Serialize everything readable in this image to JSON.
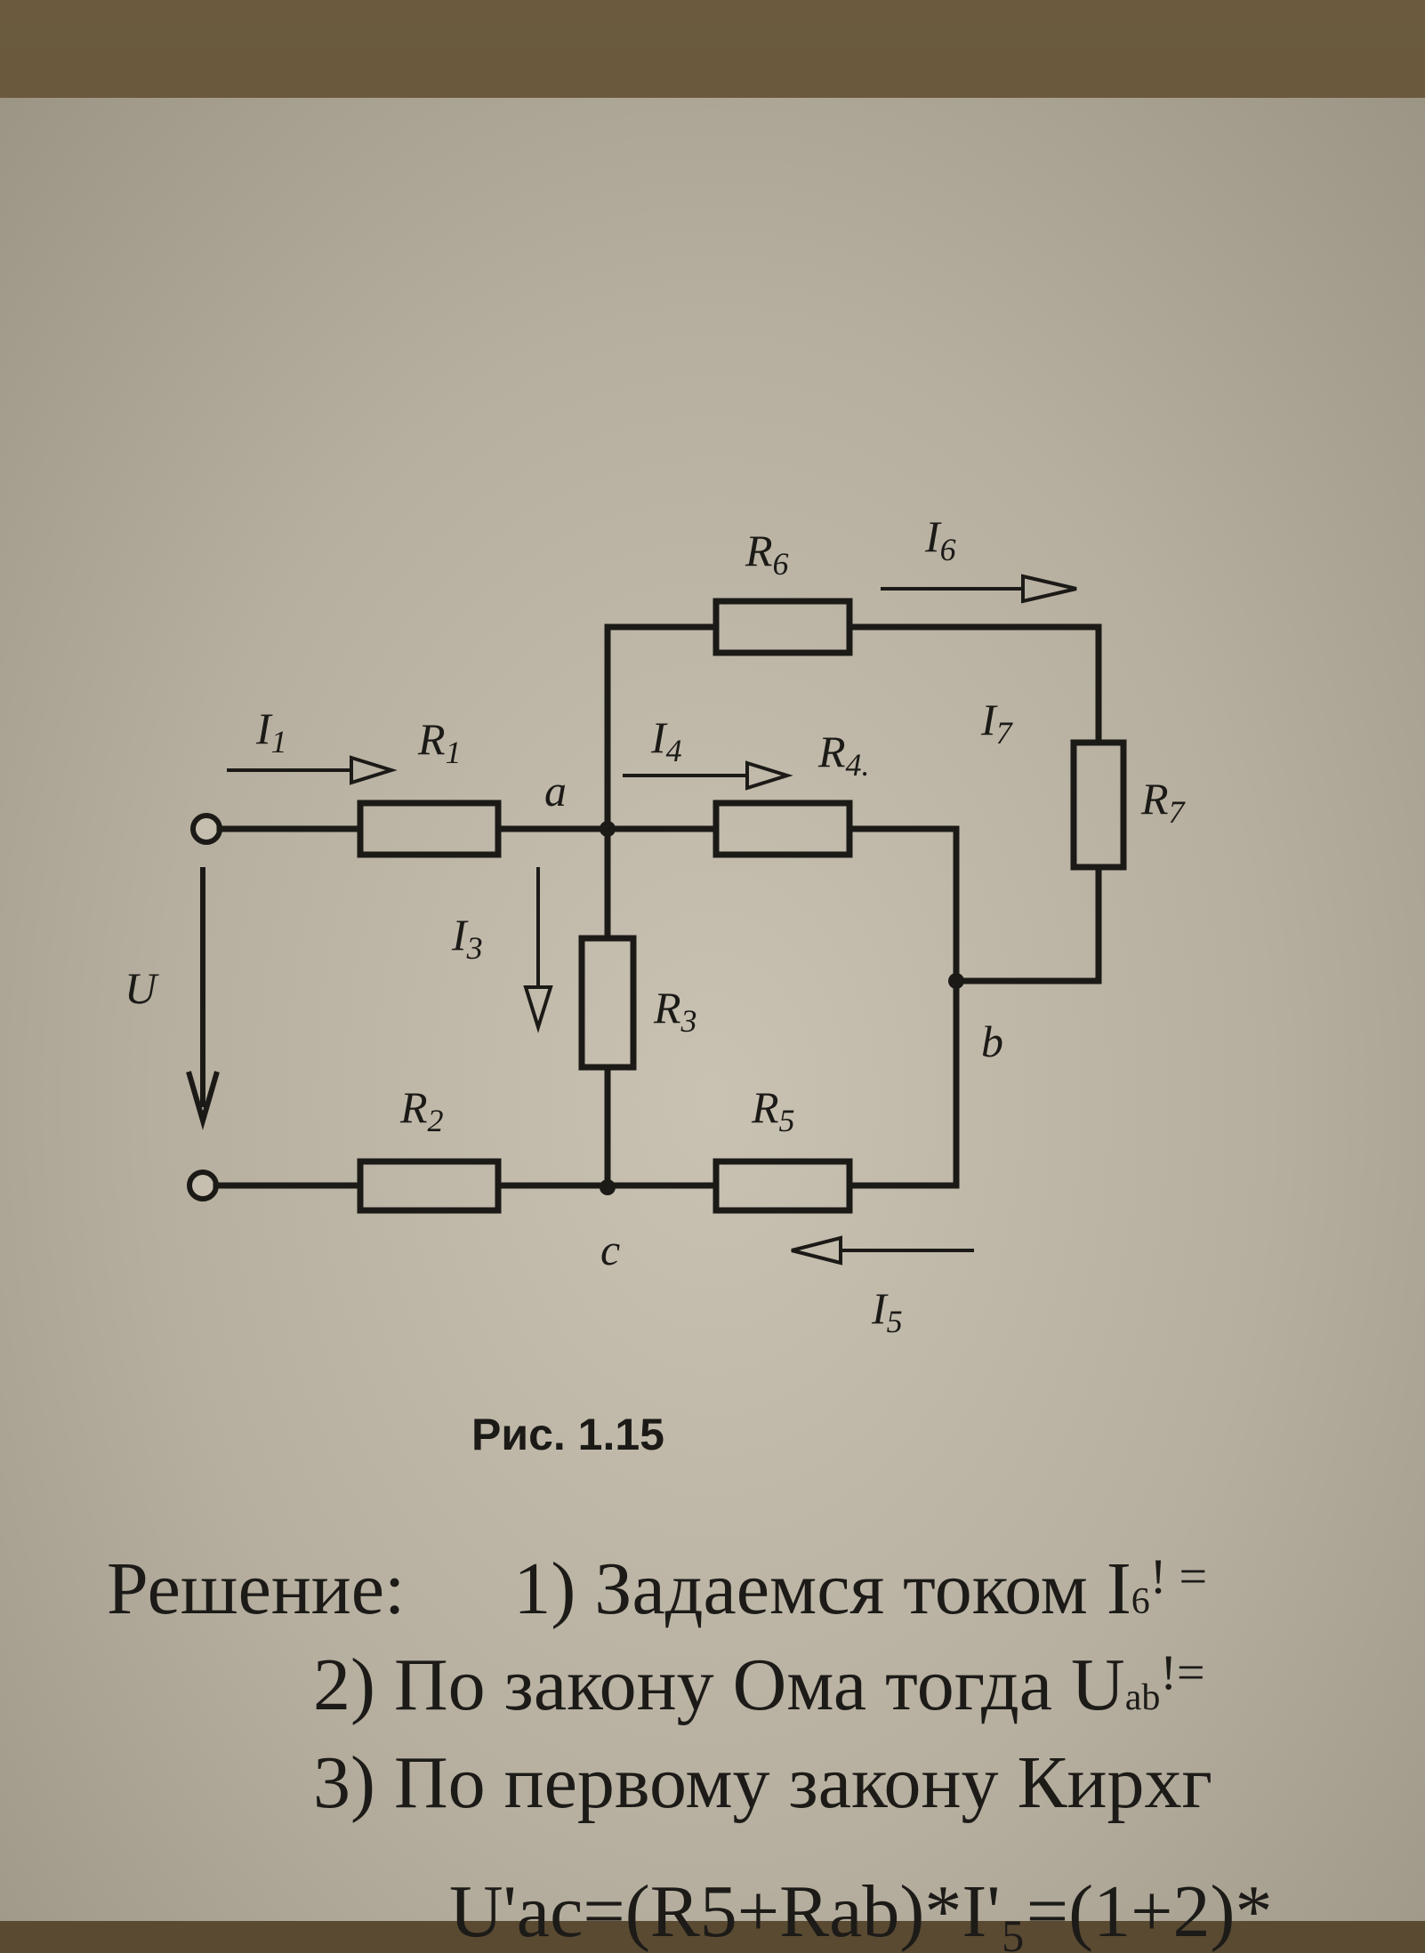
{
  "figure": {
    "labels": {
      "I1": "I",
      "I1_sub": "1",
      "R1": "R",
      "R1_sub": "1",
      "node_a": "a",
      "I4": "I",
      "I4_sub": "4",
      "R4": "R",
      "R4_sub": "4.",
      "R6": "R",
      "R6_sub": "6",
      "I6": "I",
      "I6_sub": "6",
      "I7": "I",
      "I7_sub": "7",
      "R7": "R",
      "R7_sub": "7",
      "U": "U",
      "I3": "I",
      "I3_sub": "3",
      "R3": "R",
      "R3_sub": "3",
      "node_b": "b",
      "R2": "R",
      "R2_sub": "2",
      "R5": "R",
      "R5_sub": "5",
      "node_c": "c",
      "I5": "I",
      "I5_sub": "5"
    },
    "caption": "Рис. 1.15"
  },
  "solution": {
    "line1": {
      "heading": "Решение:",
      "step": "1)",
      "text": "Задаемся током I",
      "sub": "6",
      "tail": "! ="
    },
    "line2": {
      "step": "2)",
      "text": "По закону Ома тогда U",
      "sub": "ab",
      "tail": "!="
    },
    "line3": {
      "step": "3)",
      "text": "По первому закону Кирхг"
    },
    "line4": {
      "text": "U'ac=(R5+Rab)*I'₅=(1+2)*"
    }
  }
}
